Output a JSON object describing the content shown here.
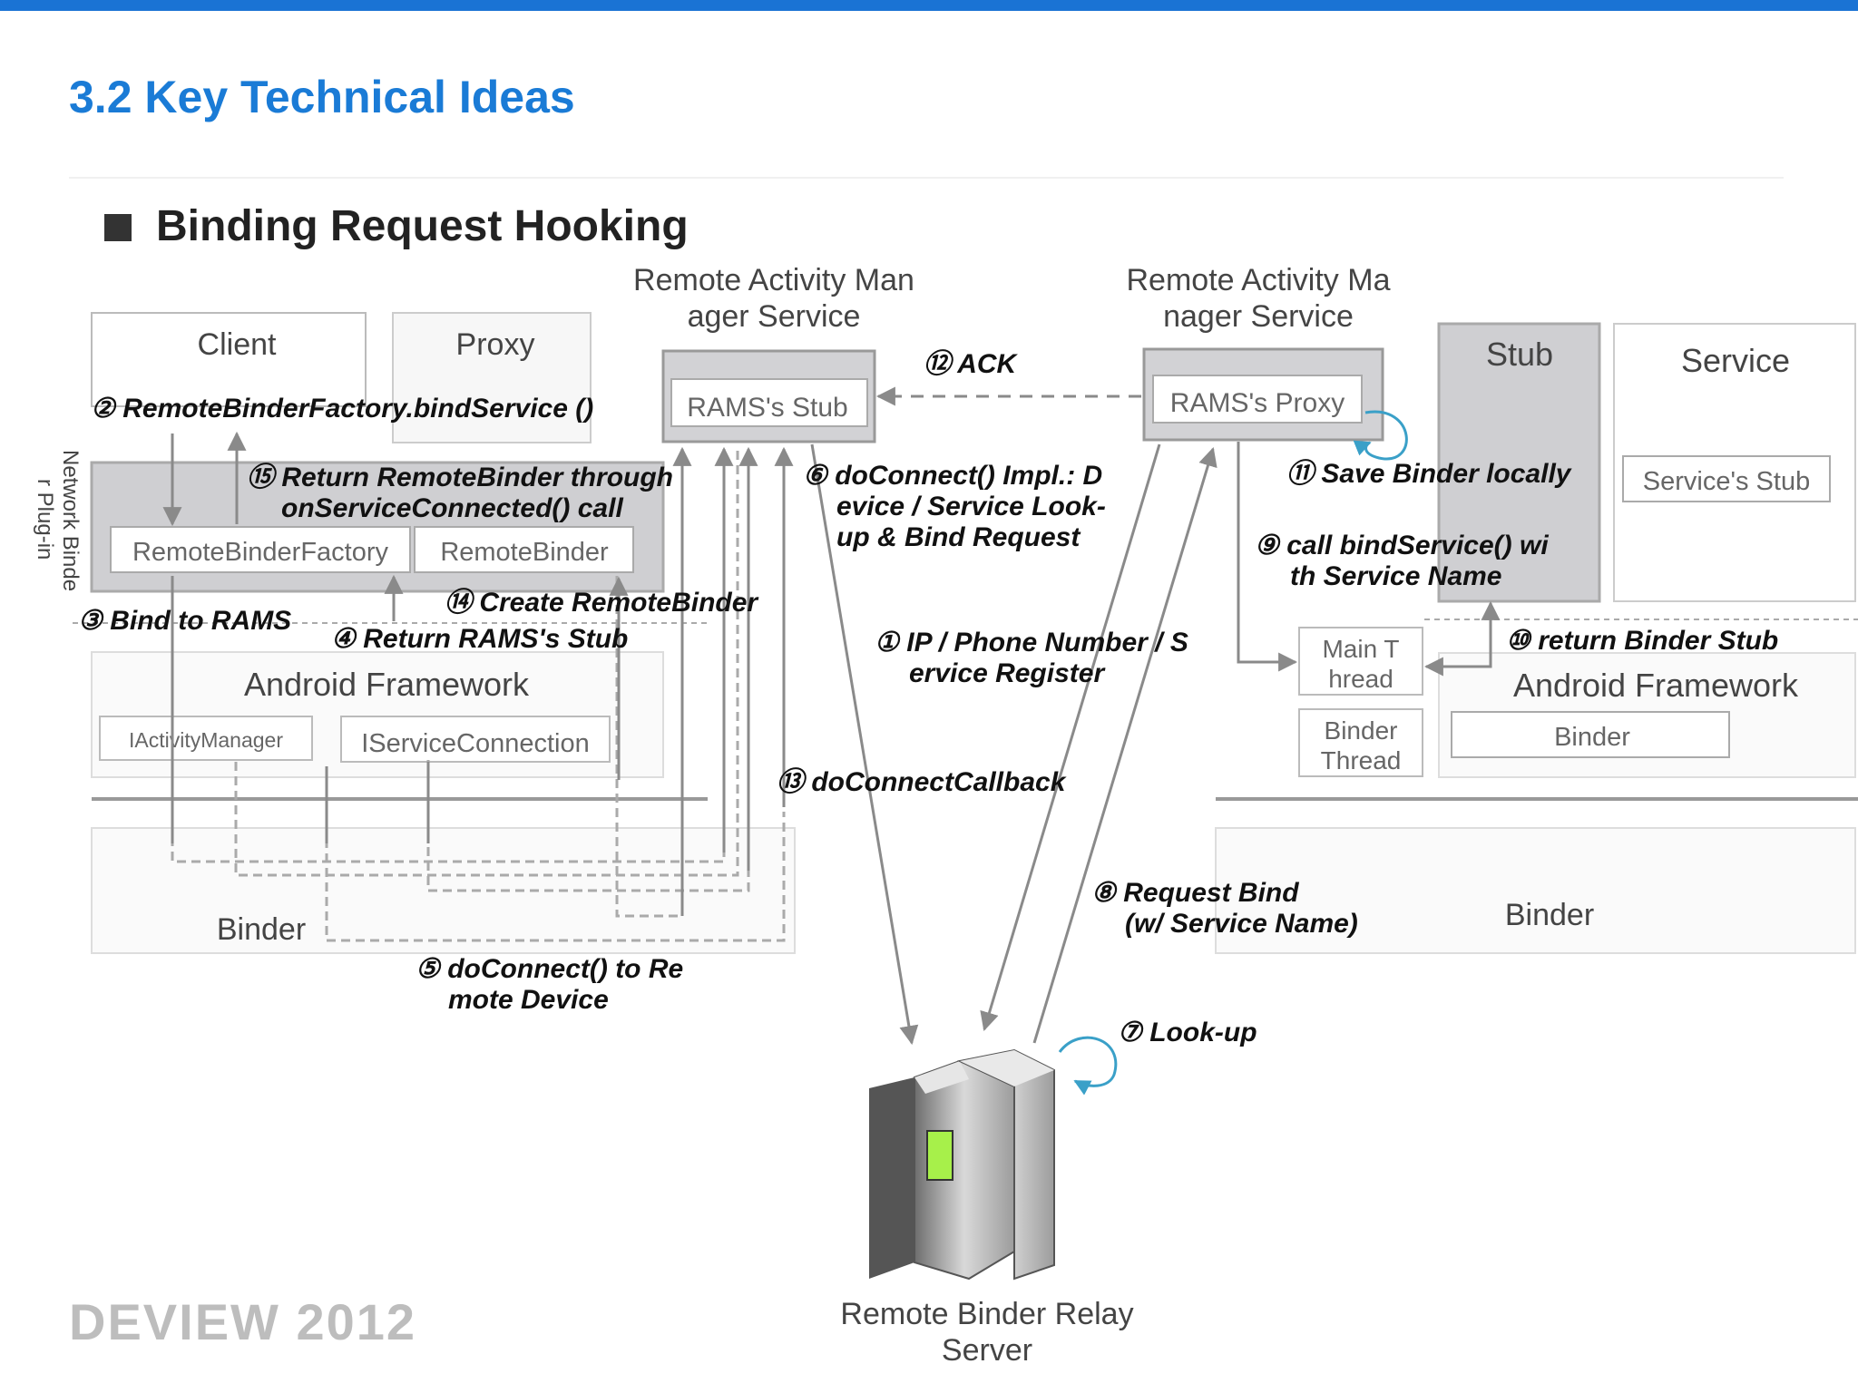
{
  "header": {
    "section_title": "3.2  Key Technical Ideas",
    "subtitle": "Binding Request Hooking"
  },
  "colors": {
    "accent": "#1a73d4",
    "title": "#1a7bd6",
    "box_dark": "#cfcfd2",
    "arrow": "#8a8a8a",
    "loop": "#3aa0c8"
  },
  "left_side": {
    "rams_title_1": "Remote Activity Man",
    "rams_title_2": "ager Service",
    "client": "Client",
    "proxy": "Proxy",
    "rams_stub": "RAMS's Stub",
    "plugin_label_1": "Network Binde",
    "plugin_label_2": "r Plug-in",
    "remote_binder_factory": "RemoteBinderFactory",
    "remote_binder": "RemoteBinder",
    "android_framework": "Android Framework",
    "iactivity_manager": "IActivityManager",
    "iservice_connection": "IServiceConnection",
    "binder": "Binder"
  },
  "right_side": {
    "rams_title_1": "Remote Activity Ma",
    "rams_title_2": "nager Service",
    "rams_proxy": "RAMS's Proxy",
    "stub": "Stub",
    "service": "Service",
    "service_stub": "Service's Stub",
    "main_thread_1": "Main T",
    "main_thread_2": "hread",
    "binder_thread_1": "Binder",
    "binder_thread_2": "Thread",
    "android_framework": "Android Framework",
    "fw_binder": "Binder",
    "binder": "Binder"
  },
  "server": {
    "label_1": "Remote Binder Relay",
    "label_2": "Server"
  },
  "steps": {
    "s1a": "① IP / Phone Number / S",
    "s1b": "ervice Register",
    "s2": "② RemoteBinderFactory.bindService ()",
    "s3": "③ Bind to RAMS",
    "s4": "④ Return RAMS's Stub",
    "s5a": "⑤ doConnect() to Re",
    "s5b": "mote Device",
    "s6a": "⑥ doConnect() Impl.: D",
    "s6b": "evice / Service Look-",
    "s6c": "up & Bind Request",
    "s7": "⑦ Look-up",
    "s8a": "⑧ Request Bind",
    "s8b": "(w/ Service Name)",
    "s9a": "⑨ call bindService() wi",
    "s9b": "th Service Name",
    "s10": "⑩ return Binder Stub",
    "s11": "⑪ Save Binder locally",
    "s12": "⑫ ACK",
    "s13": "⑬ doConnectCallback",
    "s14": "⑭ Create RemoteBinder",
    "s15a": "⑮ Return RemoteBinder through",
    "s15b": "onServiceConnected() call"
  },
  "footer": {
    "logo": "DEVIEW 2012"
  }
}
